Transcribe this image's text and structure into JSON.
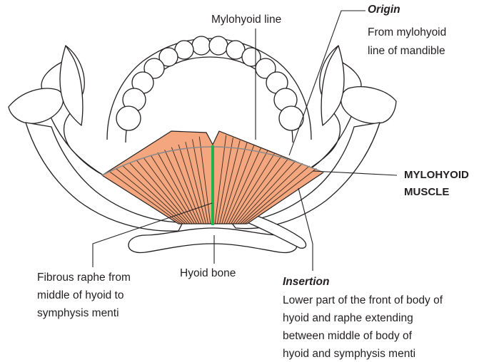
{
  "labels": {
    "mylohyoid_line": "Mylohyoid line",
    "origin_title": "Origin",
    "origin_line1": "From mylohyoid",
    "origin_line2": "line of mandible",
    "muscle_line1": "MYLOHYOID",
    "muscle_line2": "MUSCLE",
    "raphe_line1": "Fibrous raphe from",
    "raphe_line2": "middle of hyoid to",
    "raphe_line3": "symphysis menti",
    "hyoid_bone": "Hyoid bone",
    "insertion_title": "Insertion",
    "insertion_line1": "Lower part of the front of body of",
    "insertion_line2": "hyoid and raphe extending",
    "insertion_line3": "between middle of body of",
    "insertion_line4": "hyoid and symphysis menti"
  },
  "colors": {
    "muscle_fill": "#f4a77f",
    "raphe": "#22b24c",
    "outline": "#231f20",
    "mylohyoid_line_curve": "#8a8a8a"
  }
}
